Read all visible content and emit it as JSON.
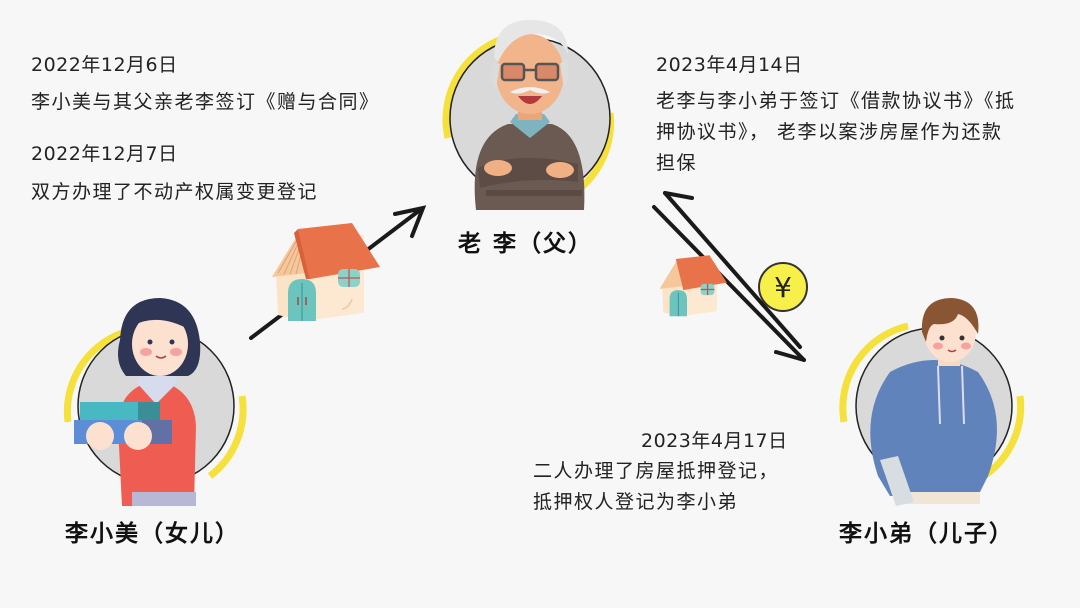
{
  "people": {
    "daughter": {
      "name": "李小美（女儿）"
    },
    "father": {
      "name": "老 李（父）"
    },
    "son": {
      "name": "李小弟（儿子）"
    }
  },
  "events": [
    {
      "date": "2022年12月6日",
      "text": "李小美与其父亲老李签订《赠与合同》"
    },
    {
      "date": "2022年12月7日",
      "text": "双方办理了不动产权属变更登记"
    },
    {
      "date": "2023年4月14日",
      "lines": [
        "老李与李小弟于签订《借款协议书》《抵",
        "押协议书》， 老李以案涉房屋作为还款",
        "担保"
      ]
    },
    {
      "date": "2023年4月17日",
      "lines": [
        "二人办理了房屋抵押登记，",
        "抵押权人登记为李小弟"
      ]
    }
  ],
  "icons": {
    "currency_symbol": "¥"
  },
  "colors": {
    "background": "#f7f7f7",
    "accent_yellow": "#f5e03c",
    "circle_gray": "#d9d9d9",
    "roof_orange": "#e8734a",
    "door_teal": "#6cc4bf"
  }
}
